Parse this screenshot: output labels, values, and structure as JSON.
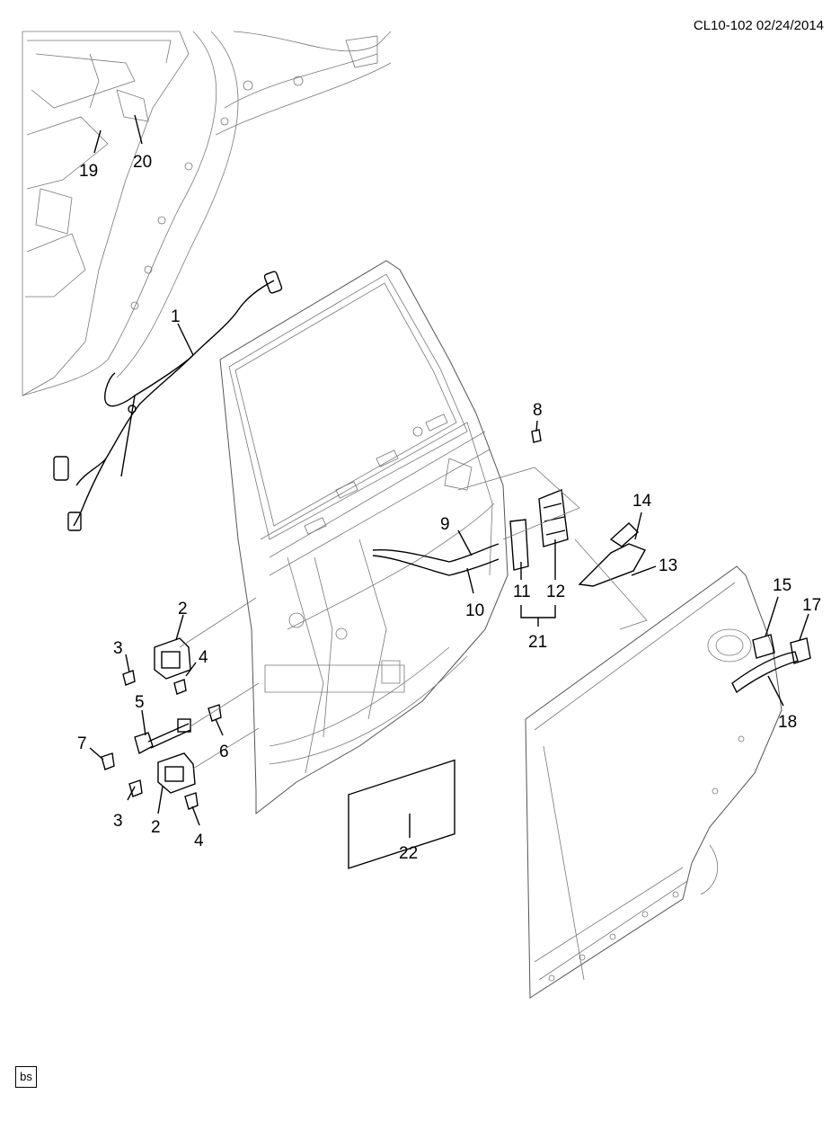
{
  "header": {
    "reference": "CL10-102 02/24/2014"
  },
  "footer": {
    "badge": "bs"
  },
  "callouts": [
    {
      "num": "1"
    },
    {
      "num": "2"
    },
    {
      "num": "3"
    },
    {
      "num": "4"
    },
    {
      "num": "5"
    },
    {
      "num": "6"
    },
    {
      "num": "7"
    },
    {
      "num": "8"
    },
    {
      "num": "9"
    },
    {
      "num": "10"
    },
    {
      "num": "11"
    },
    {
      "num": "12"
    },
    {
      "num": "13"
    },
    {
      "num": "14"
    },
    {
      "num": "15"
    },
    {
      "num": "17"
    },
    {
      "num": "18"
    },
    {
      "num": "19"
    },
    {
      "num": "20"
    },
    {
      "num": "21"
    },
    {
      "num": "22"
    },
    {
      "num": "2"
    },
    {
      "num": "3"
    },
    {
      "num": "4"
    }
  ]
}
